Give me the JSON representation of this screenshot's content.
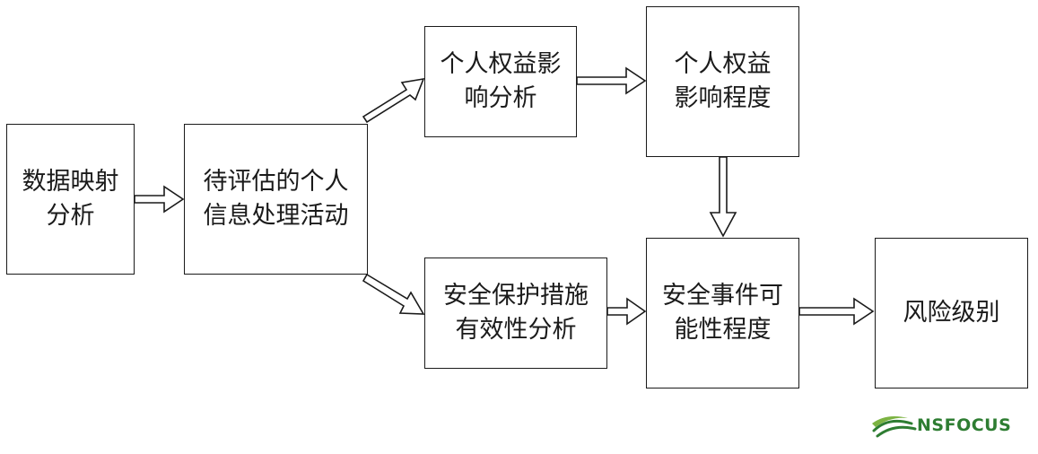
{
  "nodes": {
    "data_mapping": "数据映射\n分析",
    "activity": "待评估的个人\n信息处理活动",
    "rights_analysis": "个人权益影\n响分析",
    "rights_impact": "个人权益\n影响程度",
    "security_measures": "安全保护措施\n有效性分析",
    "security_event": "安全事件可\n能性程度",
    "risk_level": "风险级别"
  },
  "logo": {
    "text": "NSFOCUS",
    "color": "#2e7d32"
  }
}
